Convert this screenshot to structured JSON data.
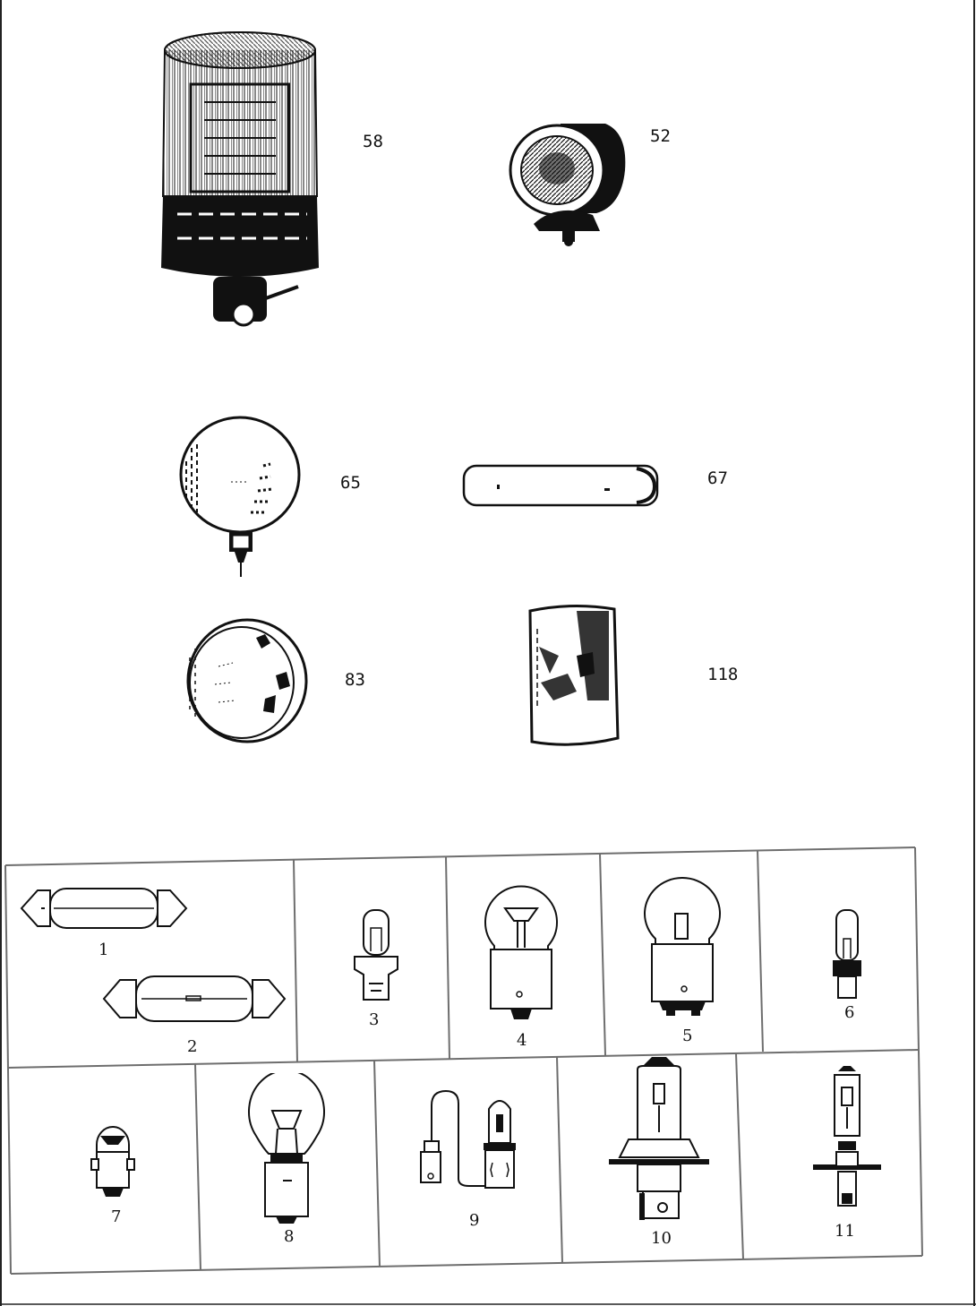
{
  "colors": {
    "ink": "#111111",
    "paper": "#ffffff",
    "frame": "#6e6e6e"
  },
  "lamps": [
    {
      "ref": "58",
      "icon": "rotating-beacon-icon"
    },
    {
      "ref": "52",
      "icon": "work-lamp-icon"
    },
    {
      "ref": "65",
      "icon": "round-head-lamp-icon"
    },
    {
      "ref": "67",
      "icon": "marker-lamp-icon"
    },
    {
      "ref": "83",
      "icon": "round-lamp-lens-icon"
    },
    {
      "ref": "118",
      "icon": "rectangular-lamp-icon"
    }
  ],
  "bulbs": [
    {
      "ref": "1",
      "icon": "festoon-bulb-icon"
    },
    {
      "ref": "2",
      "icon": "festoon-bulb-icon"
    },
    {
      "ref": "3",
      "icon": "wedge-bulb-icon"
    },
    {
      "ref": "4",
      "icon": "single-contact-bulb-icon"
    },
    {
      "ref": "5",
      "icon": "double-contact-bulb-icon"
    },
    {
      "ref": "6",
      "icon": "wedge-bulb-icon"
    },
    {
      "ref": "7",
      "icon": "small-bayonet-bulb-icon"
    },
    {
      "ref": "8",
      "icon": "bayonet-bulb-icon"
    },
    {
      "ref": "9",
      "icon": "halogen-lead-bulb-icon"
    },
    {
      "ref": "10",
      "icon": "h4-halogen-bulb-icon"
    },
    {
      "ref": "11",
      "icon": "h1-halogen-bulb-icon"
    }
  ]
}
